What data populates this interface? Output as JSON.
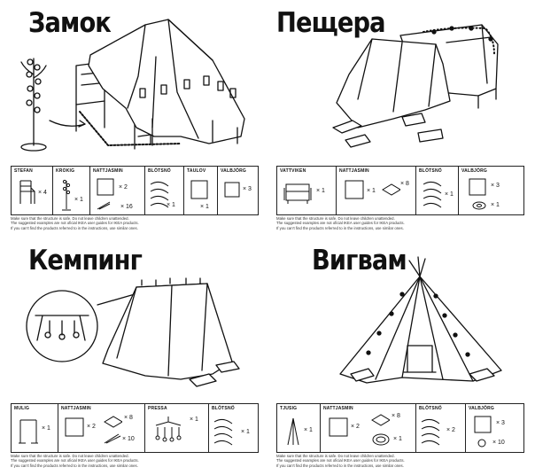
{
  "panels": [
    {
      "title": "Замок",
      "items": [
        {
          "label": "STEFAN",
          "counts": [
            "× 4"
          ]
        },
        {
          "label": "KROKIG",
          "counts": [
            "× 1"
          ]
        },
        {
          "label": "NATTJASMIN",
          "counts": [
            "× 2",
            "× 16"
          ]
        },
        {
          "label": "BLÖTSNÖ",
          "counts": [
            "× 1"
          ]
        },
        {
          "label": "TAULOV",
          "counts": [
            "× 1"
          ]
        },
        {
          "label": "VALBJÖRG",
          "counts": [
            "× 3"
          ]
        }
      ]
    },
    {
      "title": "Пещера",
      "items": [
        {
          "label": "VATTVIKEN",
          "counts": [
            "× 1"
          ]
        },
        {
          "label": "NATTJASMIN",
          "counts": [
            "× 1",
            "× 8"
          ]
        },
        {
          "label": "BLÖTSNÖ",
          "counts": [
            "× 1"
          ]
        },
        {
          "label": "VALBJÖRG",
          "counts": [
            "× 3",
            "× 1"
          ]
        }
      ]
    },
    {
      "title": "Кемпинг",
      "items": [
        {
          "label": "MULIG",
          "counts": [
            "× 1"
          ]
        },
        {
          "label": "NATTJASMIN",
          "counts": [
            "× 2",
            "× 8",
            "× 10"
          ]
        },
        {
          "label": "PRESSA",
          "counts": [
            "× 1"
          ]
        },
        {
          "label": "BLÖTSNÖ",
          "counts": [
            "× 1"
          ]
        }
      ]
    },
    {
      "title": "Вигвам",
      "items": [
        {
          "label": "TJUSIG",
          "counts": [
            "× 1"
          ]
        },
        {
          "label": "NATTJASMIN",
          "counts": [
            "× 2",
            "× 8",
            "× 1"
          ]
        },
        {
          "label": "BLÖTSNÖ",
          "counts": [
            "× 2"
          ]
        },
        {
          "label": "VALBJÖRG",
          "counts": [
            "× 3",
            "× 10"
          ]
        }
      ]
    }
  ],
  "footer": [
    "Make sure that the structure is safe.  Do not leave children unattended.",
    "The suggested examples are not oficial IKEA user guides for IKEA products.",
    "If you can't find the products referred to in the instructions, use similar ones."
  ]
}
